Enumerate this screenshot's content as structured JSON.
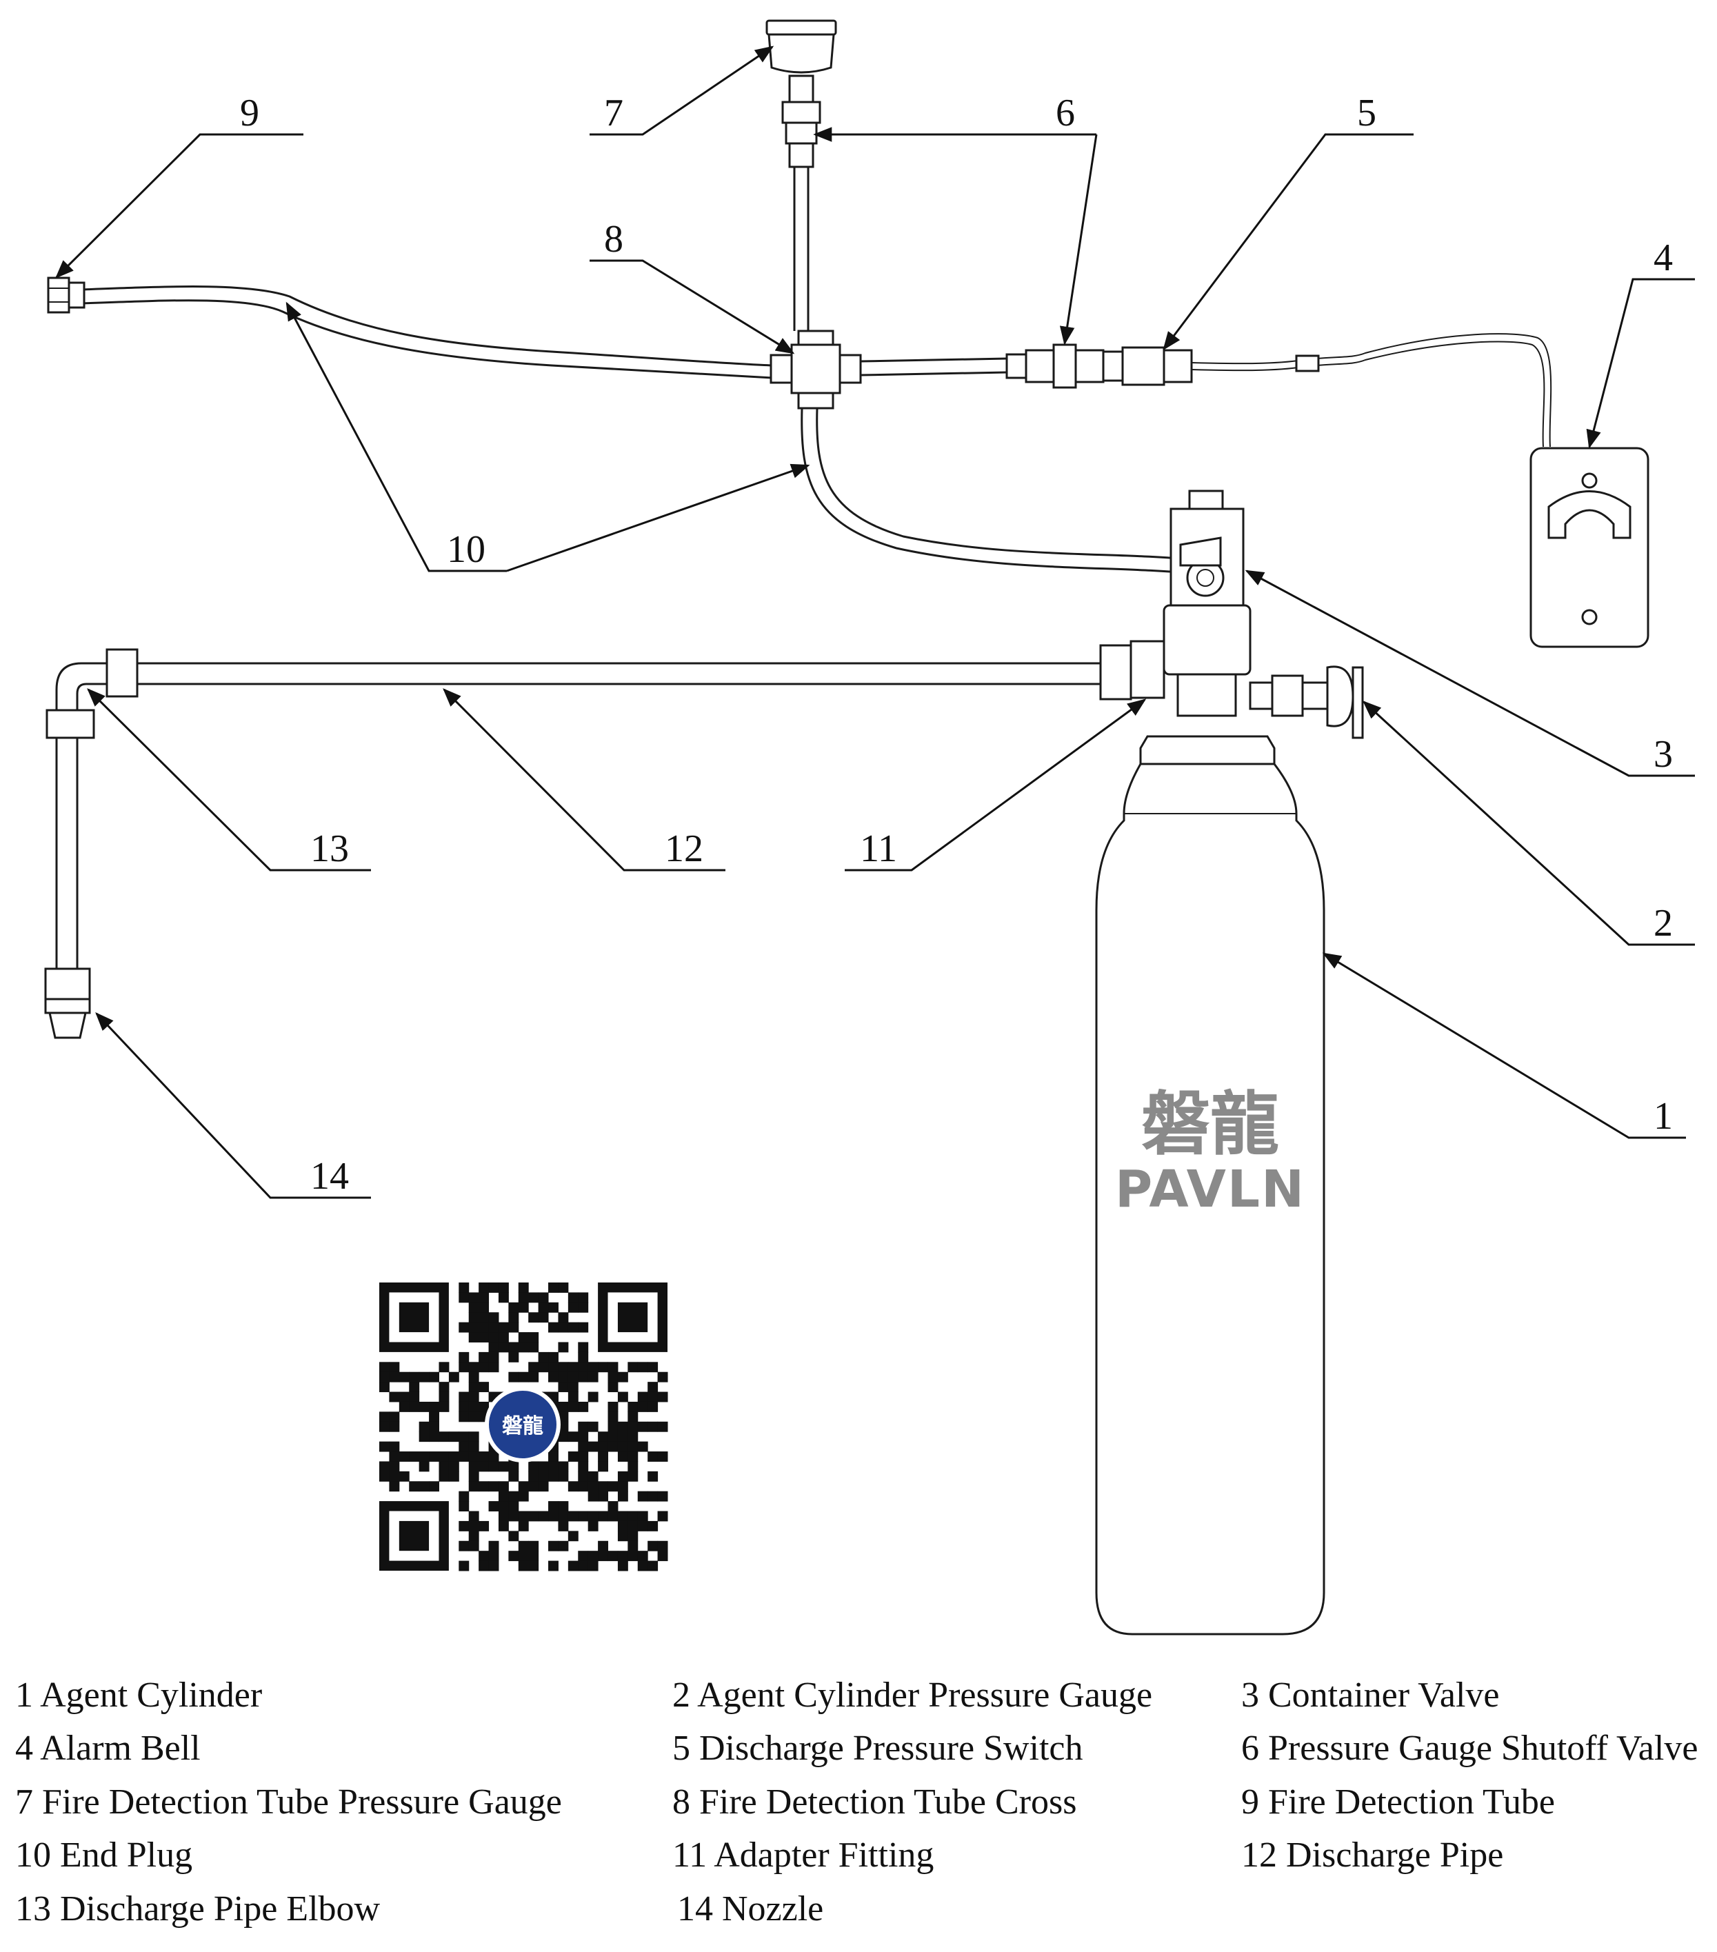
{
  "callouts": [
    "1",
    "2",
    "3",
    "4",
    "5",
    "6",
    "7",
    "8",
    "9",
    "10",
    "11",
    "12",
    "13",
    "14"
  ],
  "legend": [
    "1 Agent Cylinder",
    "2 Agent Cylinder Pressure Gauge",
    "3 Container Valve",
    "4 Alarm Bell",
    "5 Discharge Pressure Switch",
    "6 Pressure Gauge Shutoff Valve",
    "7 Fire Detection Tube Pressure Gauge",
    "8 Fire Detection Tube Cross",
    "9 Fire Detection Tube",
    "10 End Plug",
    "11 Adapter Fitting",
    "12 Discharge Pipe",
    "13 Discharge Pipe Elbow",
    "14 Nozzle"
  ],
  "brand": {
    "name_cn": "磐龍",
    "name_en": "PAVLN"
  },
  "qr": {
    "badge_text": "磐龍"
  },
  "colors": {
    "line": "#1a1a1a",
    "logo": "#8a8a8a",
    "qr_badge": "#1f3f8f"
  }
}
